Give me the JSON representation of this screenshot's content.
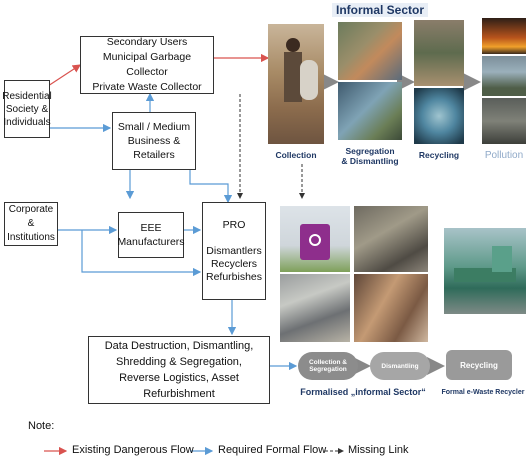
{
  "boxes": {
    "residential": "Residential\nSociety &\nIndividuals",
    "secondary": "Secondary Users\nMunicipal Garbage Collector\nPrivate Waste Collector",
    "sme": "Small / Medium\nBusiness & Retailers",
    "corporate": "Corporate\n& Institutions",
    "eee": "EEE\nManufacturers",
    "pro": "PRO\n\nDismantlers\nRecyclers\nRefurbishes",
    "data_destruction": "Data Destruction, Dismantling,\nShredding  & Segregation,\nReverse Logistics, Asset Refurbishment"
  },
  "informal": {
    "title": "Informal Sector",
    "collection": "Collection",
    "segregation": "Segregation\n& Dismantling",
    "recycling": "Recycling",
    "pollution": "Pollution"
  },
  "formal": {
    "pill_collection": "Collection &\nSegregation",
    "pill_dismantling": "Dismantling",
    "pill_recycling": "Recycling",
    "label_formalised": "Formalised „informal Sector“",
    "label_recycler": "Formal e-Waste Recycler"
  },
  "legend": {
    "note": "Note:",
    "dangerous": "Existing Dangerous Flow",
    "required": "Required Formal Flow",
    "missing": "Missing Link"
  },
  "colors": {
    "dangerous_flow": "#d9534f",
    "required_flow": "#5b9bd5",
    "missing_link": "#333333",
    "title_blue": "#1f3864",
    "pill_grey": "#8c8c8c"
  }
}
